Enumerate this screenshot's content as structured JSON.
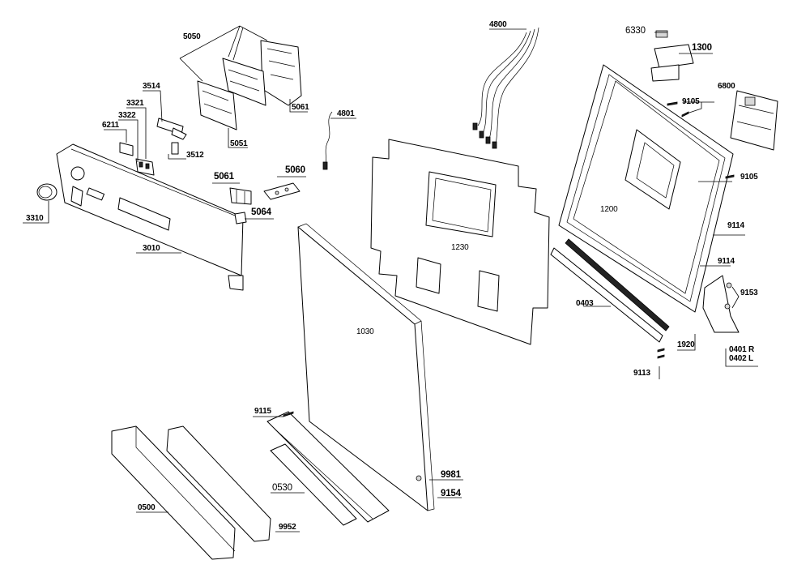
{
  "labels": {
    "p4800": "4800",
    "p6330": "6330",
    "p1300": "1300",
    "p5050": "5050",
    "p5061a": "5061",
    "p5051": "5051",
    "p3514": "3514",
    "p3321": "3321",
    "p3322": "3322",
    "p6211": "6211",
    "p3512": "3512",
    "p4801": "4801",
    "p5061b": "5061",
    "p5060": "5060",
    "p5064": "5064",
    "p3310": "3310",
    "p3010": "3010",
    "p1230": "1230",
    "p9105a": "9105",
    "p6800": "6800",
    "p9105b": "9105",
    "p1200": "1200",
    "p9114a": "9114",
    "p9114b": "9114",
    "p9153": "9153",
    "p0403": "0403",
    "p1920": "1920",
    "p0401": "0401 R",
    "p0402": "0402 L",
    "p9113": "9113",
    "p1030": "1030",
    "p9115": "9115",
    "p0530": "0530",
    "p9981": "9981",
    "p9154": "9154",
    "p0500": "0500",
    "p9952": "9952"
  }
}
